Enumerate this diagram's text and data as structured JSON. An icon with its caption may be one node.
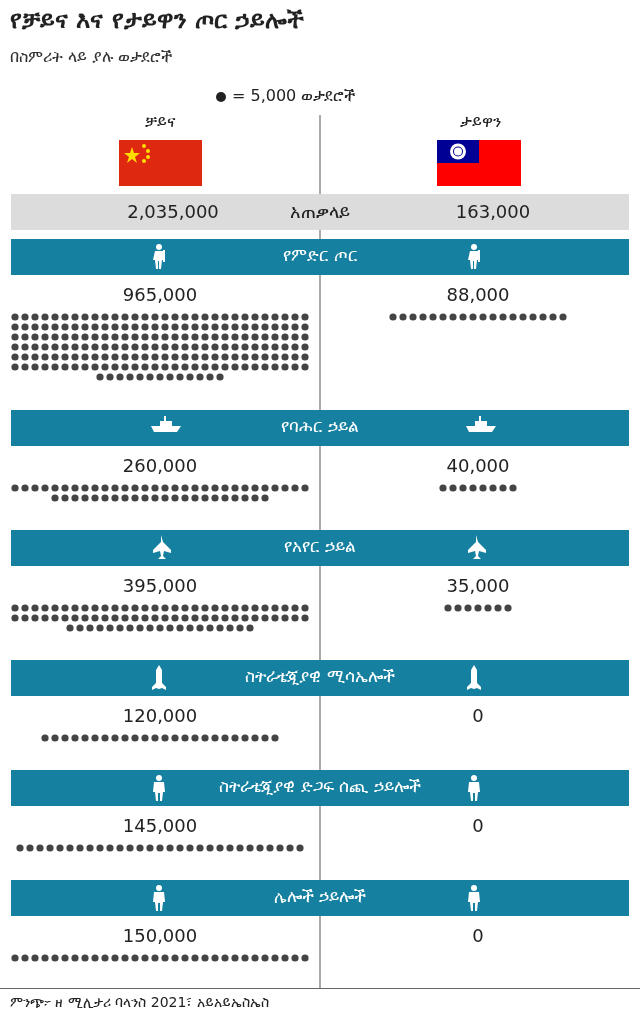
{
  "diagram": {
    "title": "የቻይና እና የታይዋን ጦር ኃይሎች",
    "caption": "ምንጭ፦ ዘ ሚሊታሪ ባላንስ 2021፣ አይአይኤስኤስ",
    "nodes": [
      {
        "text": [
          "2,035,000",
          "አጠቃላይ",
          "163,000"
        ]
      },
      {
        "text": [
          "የምድር ጦር"
        ]
      },
      {
        "text": [
          "የባሕር ኃይል"
        ]
      },
      {
        "text": [
          "የአየር ኃይል"
        ]
      },
      {
        "text": [
          "ስትራቴጂያዊ ሚሳኤሎች"
        ]
      },
      {
        "text": [
          "ስትራቴጂያዊ ድጋፍ ሰጪ ኃይሎች"
        ]
      },
      {
        "text": [
          "ሌሎች ኃይሎች"
        ]
      }
    ],
    "labels": [
      "በስምሪት ላይ ያሉ ወታደሮች",
      "ቻይና",
      "ታይዋን",
      "965,000",
      "88,000",
      "260,000",
      "40,000",
      "395,000",
      "35,000",
      "120,000",
      "0",
      "145,000",
      "0",
      "150,000",
      "0"
    ],
    "legend": [
      {
        "text": "= 5,000 ወታደሮች"
      }
    ]
  }
}
